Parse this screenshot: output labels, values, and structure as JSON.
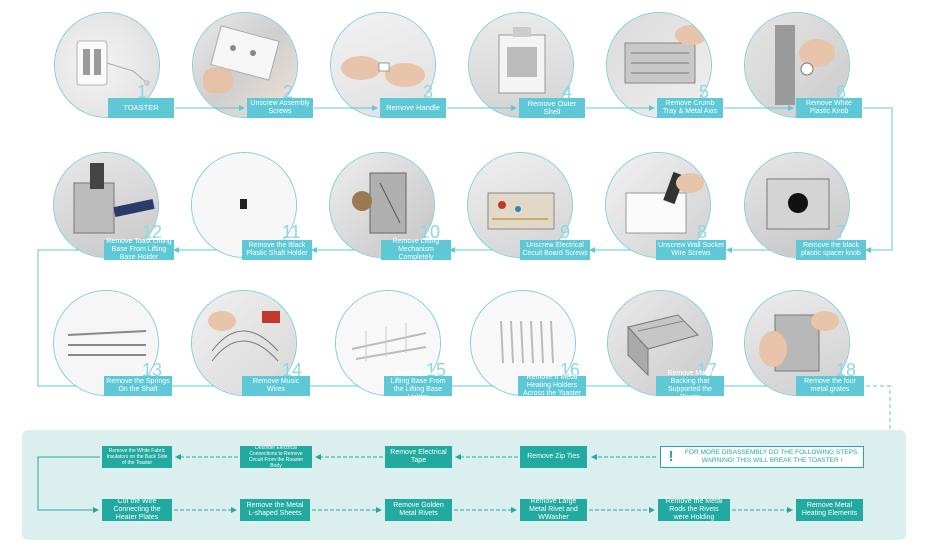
{
  "colors": {
    "accent": "#5ec8d6",
    "teal": "#22aaa0",
    "panel": "#dcefef",
    "circle_border": "#7fcfdb"
  },
  "steps": [
    {
      "num": "1",
      "label": "TOASTER"
    },
    {
      "num": "2",
      "label": "Unscrew Assembly Screws"
    },
    {
      "num": "3",
      "label": "Remove Handle"
    },
    {
      "num": "4",
      "label": "Remove Outer Shell"
    },
    {
      "num": "5",
      "label": "Remove Crumb Tray & Metal Axis"
    },
    {
      "num": "6",
      "label": "Remove White Plastic Knob"
    },
    {
      "num": "7",
      "label": "Remove the black plastic spacer knob"
    },
    {
      "num": "8",
      "label": "Unscrew Wall Socket Wire Screws"
    },
    {
      "num": "9",
      "label": "Unscrew Electrical Cecuit Board Screws"
    },
    {
      "num": "10",
      "label": "Remove Lifting Mechanism Completely"
    },
    {
      "num": "11",
      "label": "Remove the Black Plastic Shaft Holder"
    },
    {
      "num": "12",
      "label": "Remove Toast Lifting Base From Lifting Base Holder"
    },
    {
      "num": "13",
      "label": "Remove the Springs On the Shaft"
    },
    {
      "num": "14",
      "label": "Remove Music Wires"
    },
    {
      "num": "15",
      "label": "Remove Toast Lifting Base From the Lifting Base Holder"
    },
    {
      "num": "16",
      "label": "Remove 6 Metal Heating Holders Across the Toaster"
    },
    {
      "num": "17",
      "label": "Remove Metal Backing that Supported the Plastic"
    },
    {
      "num": "18",
      "label": "Remove the four metal grates"
    }
  ],
  "warning": {
    "icon": "!",
    "line1": "FOR MORE DISASSEMBLY DO THE FOLLOWING STEPS.",
    "line2": "WARNING! THIS WILL BREAK THE TOASTER !"
  },
  "destructive_steps": {
    "row1": [
      "Remove the White Fabric Insulators on the Back Side of the Toaster",
      "Desolder Electrical Connections to Remove Circuit From the Roaster Body",
      "Remove Electrical Tape",
      "Remove Zip Ties"
    ],
    "row2": [
      "Cut the Wire Connecting the Heater Plates",
      "Remove the Metal L-shaped Sheets",
      "Remove Golden Metal Rivets",
      "Remove Large Metal Rivet and WWasher",
      "Remove the Metal Rods the Rivets were Holding",
      "Remove Metal Heating Elements"
    ]
  }
}
